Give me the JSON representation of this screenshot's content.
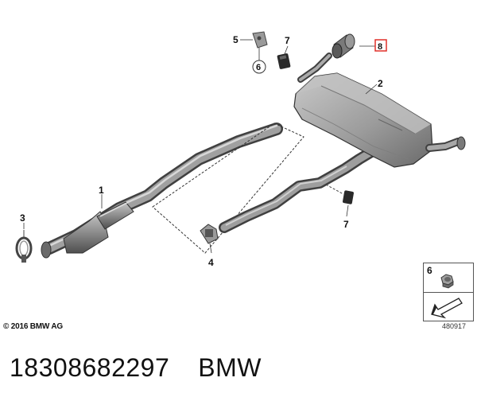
{
  "callouts": {
    "c1": "1",
    "c2": "2",
    "c3": "3",
    "c4": "4",
    "c5": "5",
    "c6": "6",
    "c7a": "7",
    "c7b": "7",
    "c8": "8"
  },
  "copyright": "© 2016 BMW AG",
  "reference_box": {
    "number": "6"
  },
  "drawing_id": "480917",
  "footer": {
    "part_number": "18308682297",
    "brand": "BMW"
  },
  "colors": {
    "highlight_box": "#e0302a",
    "part_fill": "#9a9a9a",
    "part_dark": "#5e5e5e"
  }
}
